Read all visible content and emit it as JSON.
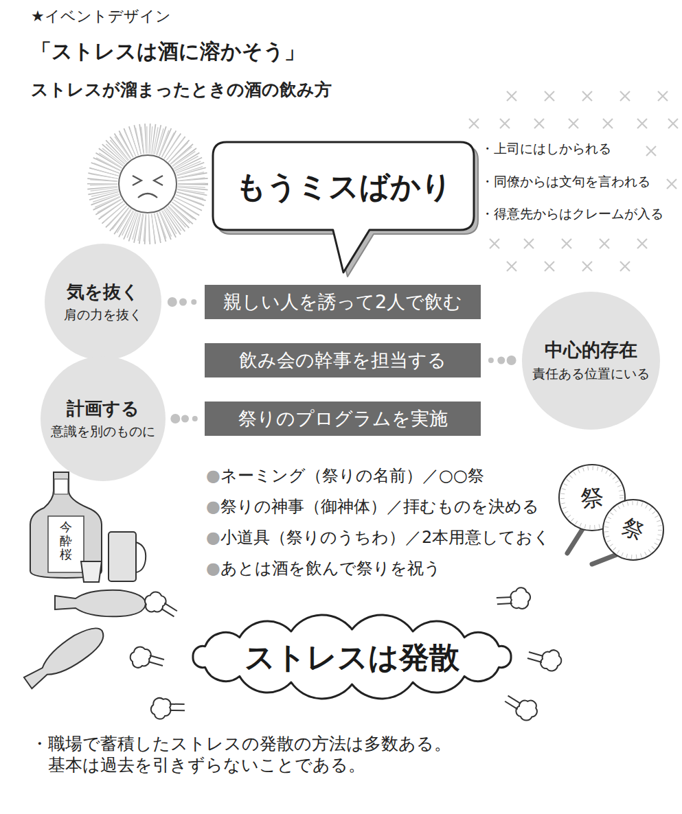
{
  "diagram": {
    "title": "「ストレスは酒に溶かそう」",
    "nodes": [
      {
        "text": [
          "もうミスばかり"
        ]
      },
      {
        "text": [
          "気を抜く",
          "肩の力を抜く"
        ]
      },
      {
        "text": [
          "親しい人を誘って2人で飲む"
        ]
      },
      {
        "text": [
          "飲み会の幹事を担当する"
        ]
      },
      {
        "text": [
          "中心的存在",
          "責任ある位置にいる"
        ]
      },
      {
        "text": [
          "計画する",
          "意識を別のものに"
        ]
      },
      {
        "text": [
          "祭りのプログラムを実施"
        ]
      },
      {
        "text": [
          "ストレスは発散"
        ]
      }
    ],
    "edges": [
      {
        "from": 1,
        "to": 2,
        "arrow": "none"
      },
      {
        "from": 3,
        "to": 4,
        "arrow": "none"
      },
      {
        "from": 5,
        "to": 6,
        "arrow": "none"
      }
    ],
    "labels": [
      "★イベントデザイン",
      "ストレスが溜まったときの酒の飲み方",
      "・上司にはしかられる",
      "・同僚からは文句を言われる",
      "・得意先からはクレームが入る",
      "●ネーミング（祭りの名前）／○○祭",
      "●祭りの神事（御神体）／拝むものを決める",
      "●小道具（祭りのうちわ）／2本用意しておく",
      "●あとは酒を飲んで祭りを祝う",
      "今酔桜",
      "祭",
      "祭",
      "・職場で蓄積したストレスの発散の方法は多数ある。 基本は過去を引きずらないことである。"
    ]
  }
}
